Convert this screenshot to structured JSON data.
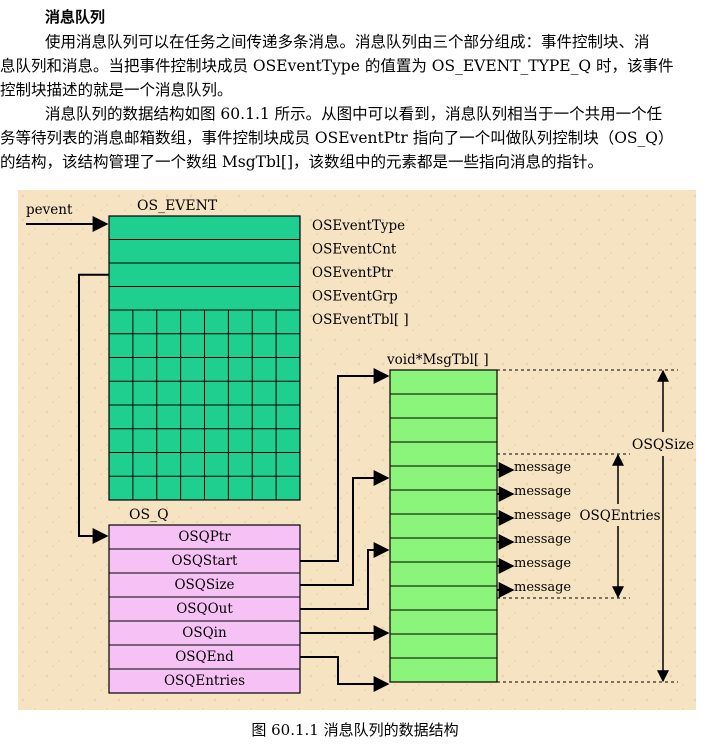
{
  "section": {
    "title": "消息队列",
    "paragraph1": [
      "使用消息队列可以在任务之间传递多条消息。消息队列由三个部分组成：事件控制块、消",
      "息队列和消息。当把事件控制块成员 OSEventType 的值置为 OS_EVENT_TYPE_Q 时，该事件",
      "控制块描述的就是一个消息队列。"
    ],
    "paragraph2": [
      "消息队列的数据结构如图 60.1.1 所示。从图中可以看到，消息队列相当于一个共用一个任",
      "务等待列表的消息邮箱数组，事件控制块成员 OSEventPtr 指向了一个叫做队列控制块（OS_Q）",
      "的结构，该结构管理了一个数组 MsgTbl[]，该数组中的元素都是一些指向消息的指针。"
    ]
  },
  "figure": {
    "pevent_label": "pevent",
    "os_event_title": "OS_EVENT",
    "os_event_fields": [
      "OSEventType",
      "OSEventCnt",
      "OSEventPtr",
      "OSEventGrp",
      "OSEventTbl[ ]"
    ],
    "os_q_title": "OS_Q",
    "os_q_fields": [
      "OSQPtr",
      "OSQStart",
      "OSQSize",
      "OSQOut",
      "OSQin",
      "OSQEnd",
      "OSQEntries"
    ],
    "msgtbl_title": "void*MsgTbl[ ]",
    "message_label": "message",
    "message_count": 6,
    "osqsize_label": "OSQSize",
    "osqentries_label": "OSQEntries",
    "colors": {
      "background": "#f6e3c2",
      "os_event": "#1fcf8f",
      "os_q": "#f6c2f6",
      "msgtbl": "#8af57a"
    }
  },
  "caption": "图 60.1.1  消息队列的数据结构"
}
